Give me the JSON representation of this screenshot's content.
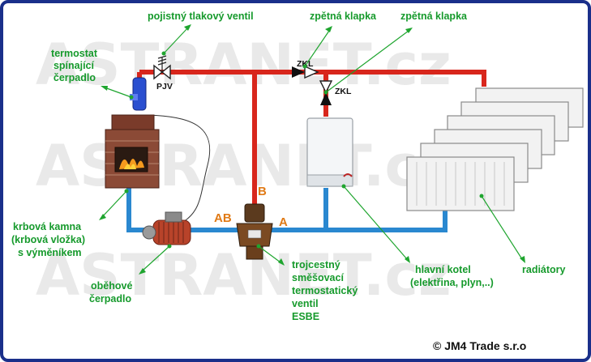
{
  "watermark": {
    "row1": "ASTRANET.cz",
    "row2": "ASTRANET.cz",
    "row3": "ASTRANET.cz"
  },
  "labels": {
    "safety_valve": "pojistný tlakový ventil",
    "check_valve_1": "zpětná klapka",
    "check_valve_2": "zpětná klapka",
    "thermostat_line1": "termostat",
    "thermostat_line2": "spínající",
    "thermostat_line3": "čerpadlo",
    "stove_line1": "krbová kamna",
    "stove_line2": "(krbová vložka)",
    "stove_line3": "s výměníkem",
    "pump_line1": "oběhové",
    "pump_line2": "čerpadlo",
    "mixing_line1": "trojcestný",
    "mixing_line2": "směšovací",
    "mixing_line3": "termostatický",
    "mixing_line4": "ventil",
    "mixing_line5": "ESBE",
    "boiler_line1": "hlavní kotel",
    "boiler_line2": "(elektřina, plyn,..)",
    "radiators": "radiátory"
  },
  "tags": {
    "pjv": "PJV",
    "zkl1": "ZKL",
    "zkl2": "ZKL"
  },
  "ports": {
    "ab": "AB",
    "b": "B",
    "a": "A"
  },
  "copyright": "© JM4 Trade s.r.o",
  "colors": {
    "hot_pipe": "#d8261c",
    "cold_pipe": "#2a88d0",
    "label": "#169a2c",
    "port": "#e07a16",
    "frame": "#1a2f8a"
  },
  "icons": [
    "stove-icon",
    "pump-icon",
    "thermostat-icon",
    "safety-valve-icon",
    "check-valve-icon",
    "mixing-valve-icon",
    "boiler-icon",
    "radiator-icon"
  ]
}
